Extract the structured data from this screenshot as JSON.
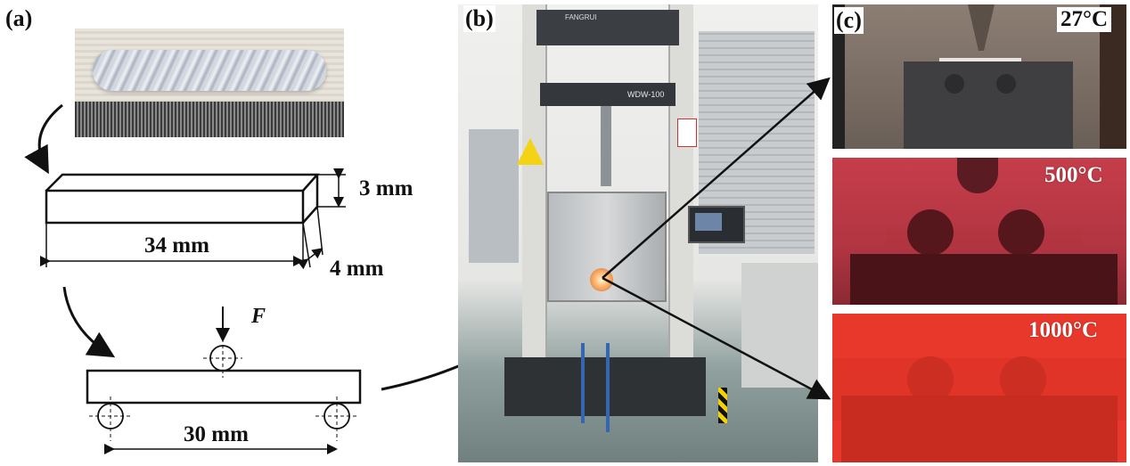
{
  "panels": {
    "a": {
      "label": "(a)"
    },
    "b": {
      "label": "(b)"
    },
    "c": {
      "label": "(c)"
    }
  },
  "specimen_dimensions": {
    "height": "3 mm",
    "length": "34 mm",
    "width": "4 mm",
    "span": "30 mm",
    "force_symbol": "F"
  },
  "machine": {
    "brand_plate": "FANGRUI",
    "model_plate": "WDW-100"
  },
  "temperatures": [
    {
      "label": "27°C"
    },
    {
      "label": "500°C"
    },
    {
      "label": "1000°C"
    }
  ],
  "colors": {
    "panel_27": "#4a4a4a",
    "panel_500": "#b8343f",
    "panel_1000": "#e8382b"
  }
}
